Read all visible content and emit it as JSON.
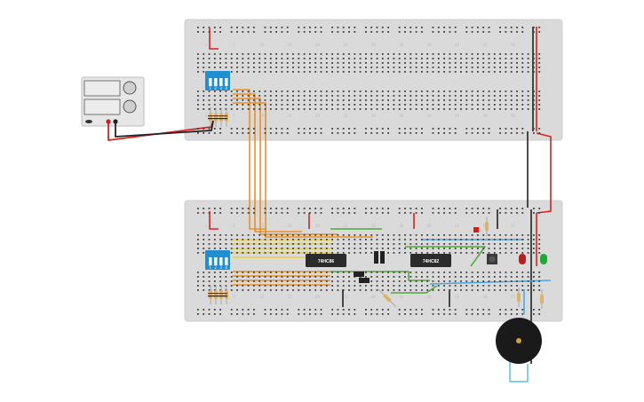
{
  "ui": {
    "boards": [
      {
        "name": "breadboard-top",
        "col_numbers": [
          "1",
          "5",
          "10",
          "15",
          "20",
          "25",
          "30",
          "35",
          "40",
          "45",
          "50",
          "55"
        ]
      },
      {
        "name": "breadboard-bottom",
        "col_numbers": [
          "1",
          "5",
          "10",
          "15",
          "20",
          "25",
          "30",
          "35",
          "40",
          "45",
          "50",
          "55"
        ]
      }
    ],
    "dip_switch_numbers": [
      "1",
      "2",
      "3",
      "4"
    ],
    "chips": [
      {
        "name": "chip-74hc86",
        "label": "74HC86"
      },
      {
        "name": "chip-74hc82",
        "label": "74HC82"
      }
    ],
    "components": [
      "power-supply",
      "dip-switch-top",
      "dip-switch-bottom",
      "resistor-array-top",
      "resistor-array-bottom",
      "capacitor",
      "transistor",
      "pushbutton",
      "led-red",
      "led-green",
      "piezo-buzzer",
      "small-led-red"
    ],
    "wire_colors": {
      "power": "#d92020",
      "ground": "#222222",
      "data": "#e8902a",
      "signal_yellow": "#e9d23a",
      "signal_green": "#53a83a",
      "signal_blue": "#4aa6e0",
      "buzzer_lead": "#5bc0d8"
    }
  }
}
